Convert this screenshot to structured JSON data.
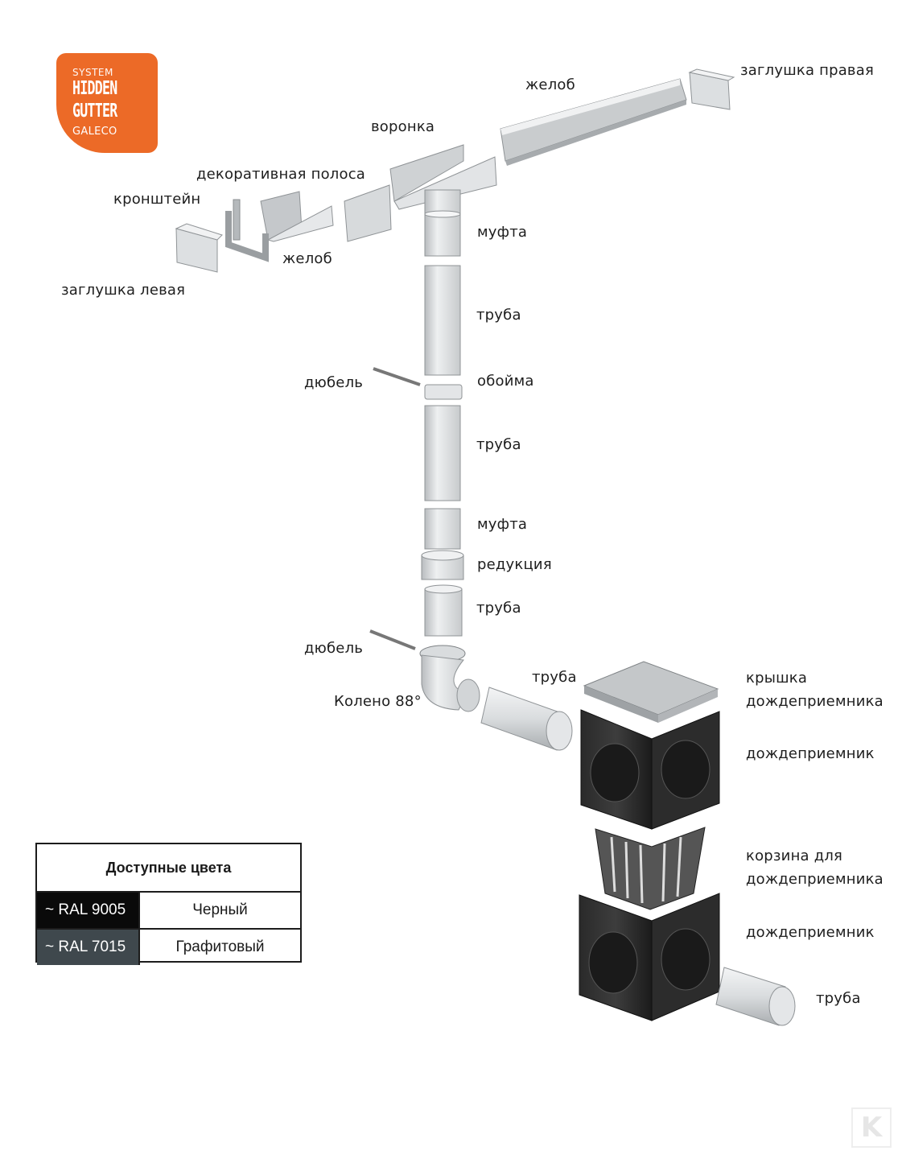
{
  "logo": {
    "line1": "SYSTEM",
    "line2": "HIDDEN",
    "line3": "GUTTER",
    "line4": "GALECO",
    "color": "#ec6a27"
  },
  "labels": {
    "zaglushka_pravaya": "заглушка правая",
    "zhelob_top": "желоб",
    "voronka": "воронка",
    "dekor_polosa": "декоративная полоса",
    "kronshtein": "кронштейн",
    "zhelob_left": "желоб",
    "zaglushka_levaya": "заглушка левая",
    "mufta1": "муфта",
    "truba1": "труба",
    "dubel1": "дюбель",
    "oboima": "обойма",
    "truba2": "труба",
    "mufta2": "муфта",
    "redukciya": "редукция",
    "truba3": "труба",
    "dubel2": "дюбель",
    "koleno": "Колено 88°",
    "truba4": "труба",
    "kryshka1": "крышка",
    "kryshka2": "дождеприемника",
    "dozhdepriemnik1": "дождеприемник",
    "korzina1": "корзина для",
    "korzina2": "дождеприемника",
    "dozhdepriemnik2": "дождеприемник",
    "truba5": "труба"
  },
  "colors_table": {
    "title": "Доступные цвета",
    "rows": [
      {
        "code": "~ RAL 9005",
        "name": "Черный",
        "swatch": "#0a0a0a"
      },
      {
        "code": "~ RAL 7015",
        "name": "Графитовый",
        "swatch": "#3f484d"
      }
    ]
  },
  "watermark": "K"
}
